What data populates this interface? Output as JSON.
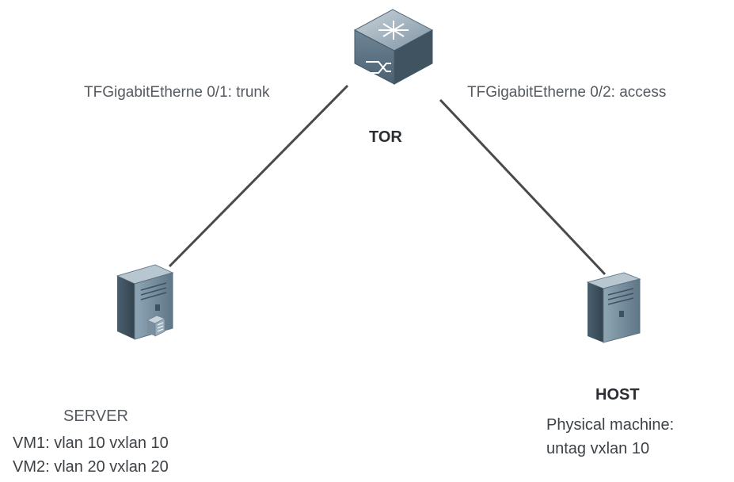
{
  "links": [
    {
      "id": "link-server",
      "label": "TFGigabitEtherne 0/1: trunk"
    },
    {
      "id": "link-host",
      "label": "TFGigabitEtherne 0/2: access"
    }
  ],
  "nodes": {
    "tor": {
      "label": "TOR",
      "icon": "switch-icon"
    },
    "server": {
      "label": "SERVER",
      "icon": "server-icon",
      "details": [
        "VM1: vlan 10 vxlan 10",
        "VM2: vlan 20 vxlan 20"
      ]
    },
    "host": {
      "label": "HOST",
      "icon": "host-computer-icon",
      "details": [
        "Physical machine:",
        "untag vxlan 10"
      ]
    }
  },
  "colors": {
    "link_line": "#4a4a4a",
    "device_body": "#6f8a9c",
    "text": "#555a60"
  }
}
